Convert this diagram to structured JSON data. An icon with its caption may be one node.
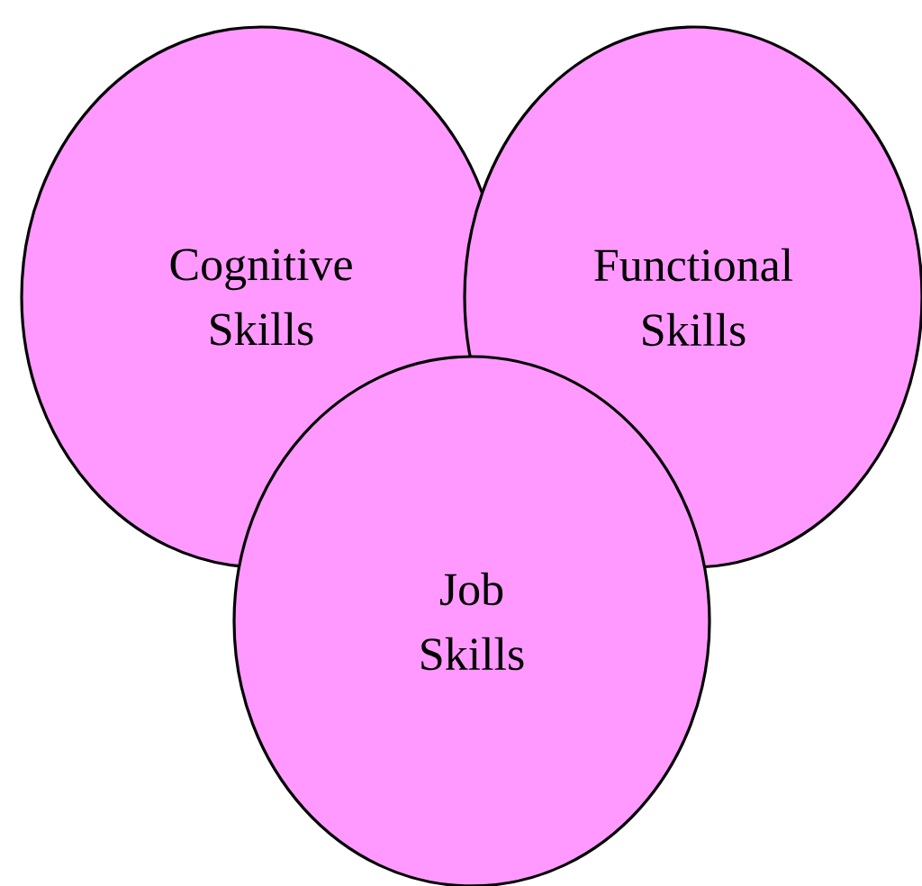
{
  "diagram": {
    "nodes": [
      {
        "text": [
          "Cognitive Skills"
        ]
      },
      {
        "text": [
          "Functional Skills"
        ]
      },
      {
        "text": [
          "Job Skills"
        ]
      }
    ]
  }
}
